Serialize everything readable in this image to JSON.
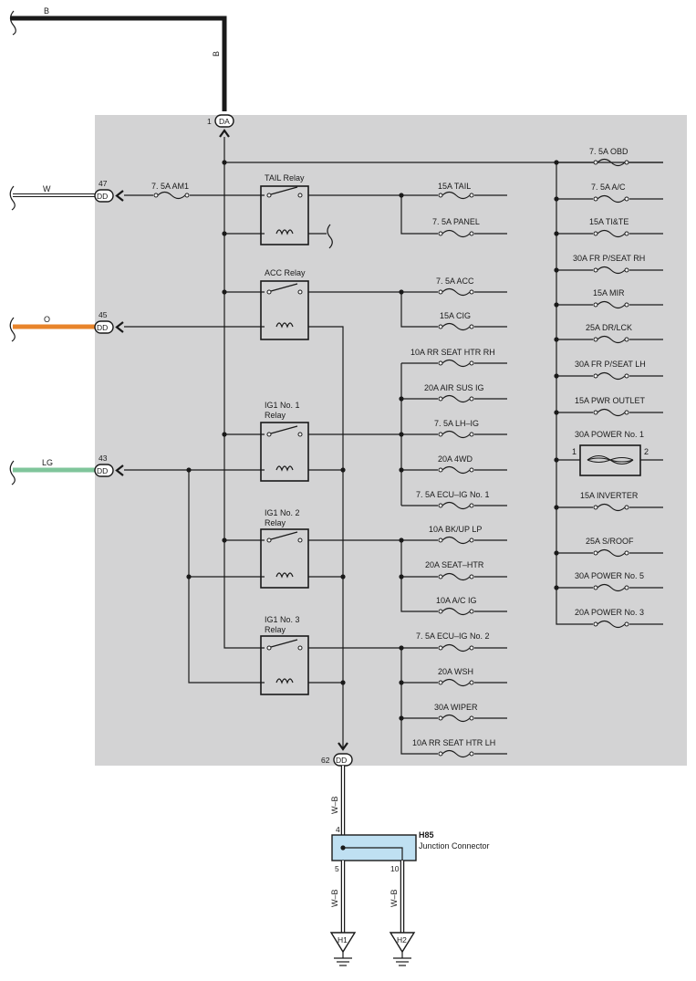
{
  "wires": {
    "b_top": "B",
    "b_vertical": "B",
    "w": "W",
    "o": "O",
    "lg": "LG",
    "wb_main": "W–B",
    "wb_left": "W–B",
    "wb_right": "W–B"
  },
  "connectors": {
    "da_code": "DA",
    "da_pin": "1",
    "dd_code": "DD",
    "dd47": "47",
    "dd45": "45",
    "dd43": "43",
    "dd62": "62",
    "h85_code": "H85",
    "h85_name": "Junction Connector",
    "h85_pin4": "4",
    "h85_pin5": "5",
    "h85_pin10": "10",
    "g_h1": "H1",
    "g_h2": "H2"
  },
  "relays": {
    "tail": "TAIL Relay",
    "acc": "ACC Relay",
    "ig1_l1": "IG1 No. 1",
    "ig1_l2": "Relay",
    "ig2_l1": "IG1 No. 2",
    "ig2_l2": "Relay",
    "ig3_l1": "IG1 No. 3",
    "ig3_l2": "Relay"
  },
  "fuses": {
    "am1": "7. 5A AM1",
    "tail": "15A TAIL",
    "panel": "7. 5A PANEL",
    "acc": "7. 5A ACC",
    "cig": "15A CIG",
    "rr_seat_htr_rh": "10A RR SEAT HTR RH",
    "air_sus_ig": "20A AIR SUS IG",
    "lh_ig": "7. 5A LH–IG",
    "fwd": "20A 4WD",
    "ecu_ig1": "7. 5A ECU–IG No. 1",
    "bkup_lp": "10A BK/UP LP",
    "seat_htr": "20A SEAT–HTR",
    "ac_ig": "10A A/C IG",
    "ecu_ig2": "7. 5A ECU–IG No. 2",
    "wsh": "20A WSH",
    "wiper": "30A WIPER",
    "rr_seat_htr_lh": "10A RR SEAT HTR LH",
    "obd": "7. 5A OBD",
    "ac": "7. 5A A/C",
    "tite": "15A TI&TE",
    "fr_pseat_rh": "30A FR P/SEAT RH",
    "mir": "15A MIR",
    "drlck": "25A DR/LCK",
    "fr_pseat_lh": "30A FR P/SEAT LH",
    "pwr_outlet": "15A PWR OUTLET",
    "power1": "30A POWER No. 1",
    "power1_pin1": "1",
    "power1_pin2": "2",
    "inverter": "15A INVERTER",
    "sroof": "25A S/ROOF",
    "power5": "30A POWER No. 5",
    "power3": "20A POWER No. 3"
  },
  "colors": {
    "panel": "#d3d3d4",
    "wire_b": "#1a1a1a",
    "wire_o": "#e8842a",
    "wire_lg": "#7fc59b",
    "connector_h85": "#bfe0f2"
  }
}
